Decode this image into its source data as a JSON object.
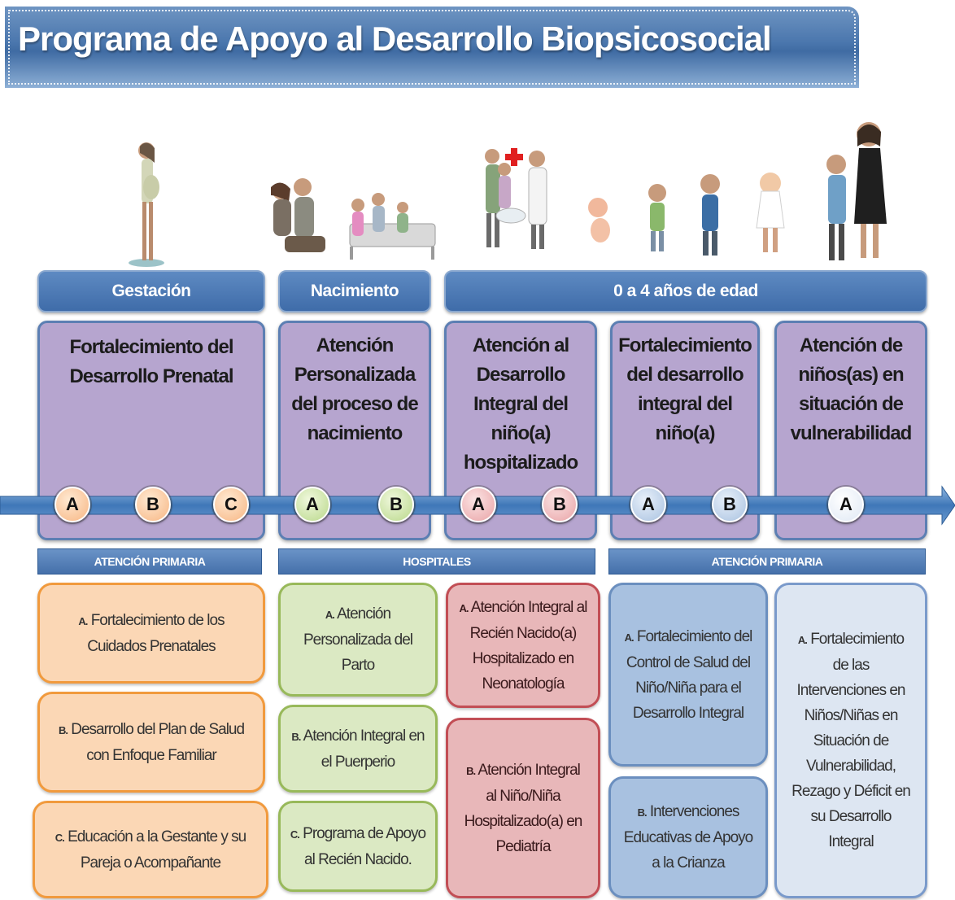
{
  "title": "Programa de Apoyo al Desarrollo Biopsicosocial",
  "stages": [
    {
      "label": "Gestación"
    },
    {
      "label": "Nacimiento"
    },
    {
      "label": "0 a 4 años de edad"
    }
  ],
  "programs": [
    {
      "title": "Fortalecimiento del\nDesarrollo Prenatal",
      "markers": [
        "A",
        "B",
        "C"
      ]
    },
    {
      "title": "Atención\nPersonalizada\ndel proceso de\nnacimiento",
      "markers": [
        "A",
        "B"
      ]
    },
    {
      "title": "Atención al\nDesarrollo\nIntegral del\nniño(a)\nhospitalizado",
      "markers": [
        "A",
        "B"
      ]
    },
    {
      "title": "Fortalecimiento\ndel desarrollo\nintegral del\nniño(a)",
      "markers": [
        "A",
        "B"
      ]
    },
    {
      "title": "Atención de\nniños(as) en\nsituación de\nvulnerabilidad",
      "markers": [
        "A"
      ]
    }
  ],
  "sections": [
    {
      "label": "ATENCIÓN PRIMARIA"
    },
    {
      "label": "HOSPITALES"
    },
    {
      "label": "ATENCIÓN PRIMARIA"
    }
  ],
  "components": {
    "prenatal": [
      {
        "letter": "A.",
        "text": "Fortalecimiento de los\nCuidados Prenatales"
      },
      {
        "letter": "B.",
        "text": "Desarrollo del Plan de Salud\ncon Enfoque Familiar"
      },
      {
        "letter": "C.",
        "text": "Educación a la Gestante y su\nPareja o Acompañante"
      }
    ],
    "nacimiento": [
      {
        "letter": "A.",
        "text": "Atención\nPersonalizada del\nParto"
      },
      {
        "letter": "B.",
        "text": "Atención Integral en\nel Puerperio"
      },
      {
        "letter": "C.",
        "text": "Programa de Apoyo\nal Recién Nacido."
      }
    ],
    "hospitalizado": [
      {
        "letter": "A.",
        "text": "Atención Integral al\nRecién Nacido(a)\nHospitalizado en\nNeonatología"
      },
      {
        "letter": "B.",
        "text": "Atención Integral\nal Niño/Niña\nHospitalizado(a) en\nPediatría"
      }
    ],
    "desarrollo": [
      {
        "letter": "A.",
        "text": "Fortalecimiento del\nControl de Salud del\nNiño/Niña para el\nDesarrollo Integral"
      },
      {
        "letter": "B.",
        "text": "Intervenciones\nEducativas de Apoyo\na la Crianza"
      }
    ],
    "vulnerabilidad": [
      {
        "letter": "A.",
        "text": "Fortalecimiento\nde las\nIntervenciones en\nNiños/Niñas  en\nSituación de\nVulnerabilidad,\nRezago y Déficit en\nsu Desarrollo\nIntegral"
      }
    ]
  },
  "colors": {
    "stage_blue": "#4a76ad",
    "program_purple": "#b6a5cf",
    "prenatal_orange": "#f19a3d",
    "nacimiento_green": "#98b95a",
    "hospital_red": "#c24e55",
    "desarrollo_blue": "#6b8fbf"
  }
}
